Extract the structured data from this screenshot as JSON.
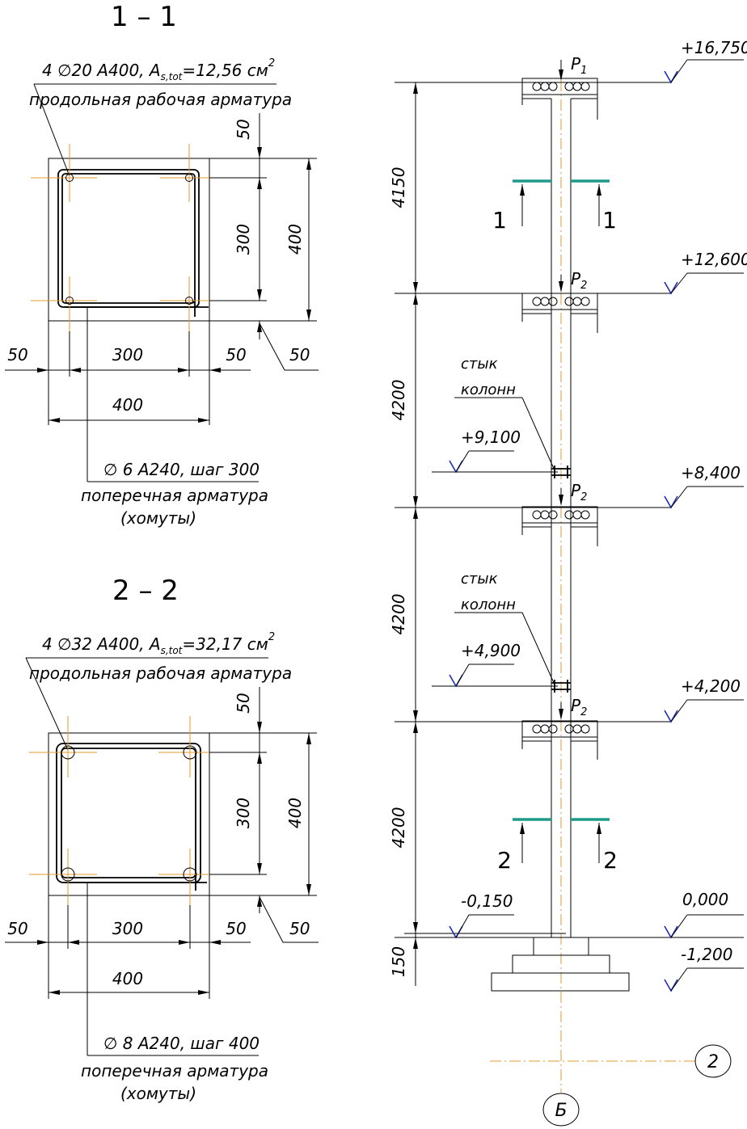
{
  "section_1": {
    "title": "1 – 1",
    "long_rebar": "4 ∅20 A400, A",
    "long_as_sub": "s,tot",
    "long_as_val": "=12,56 см",
    "long_as_sup": "2",
    "long_label": "продольная рабочая арматура",
    "stirrup": "∅ 6 A240, шаг 300",
    "stirrup_label_1": "поперечная арматура",
    "stirrup_label_2": "(хомуты)",
    "dim_cover": "50",
    "dim_inner": "300",
    "dim_outer": "400"
  },
  "section_2": {
    "title": "2 – 2",
    "long_rebar": "4 ∅32 A400, A",
    "long_as_sub": "s,tot",
    "long_as_val": "=32,17 см",
    "long_as_sup": "2",
    "long_label": "продольная рабочая арматура",
    "stirrup": "∅ 8 A240, шаг 400",
    "stirrup_label_1": "поперечная арматура",
    "stirrup_label_2": "(хомуты)",
    "dim_cover": "50",
    "dim_inner": "300",
    "dim_outer": "400"
  },
  "elevation": {
    "levels": [
      "+16,750",
      "+12,600",
      "+8,400",
      "+4,200",
      "0,000",
      "-1,200"
    ],
    "joint_levels": [
      "+9,100",
      "+4,900"
    ],
    "floor_level": "-0,150",
    "heights": [
      "4150",
      "4200",
      "4200",
      "4200",
      "150"
    ],
    "loads": [
      "P",
      "P",
      "P",
      "P"
    ],
    "load_subs": [
      "1",
      "2",
      "2",
      "2"
    ],
    "joint_label_1": "стык",
    "joint_label_2": "колонн",
    "cut_1": "1",
    "cut_2": "2",
    "axis_row": "Б",
    "axis_col": "2"
  }
}
